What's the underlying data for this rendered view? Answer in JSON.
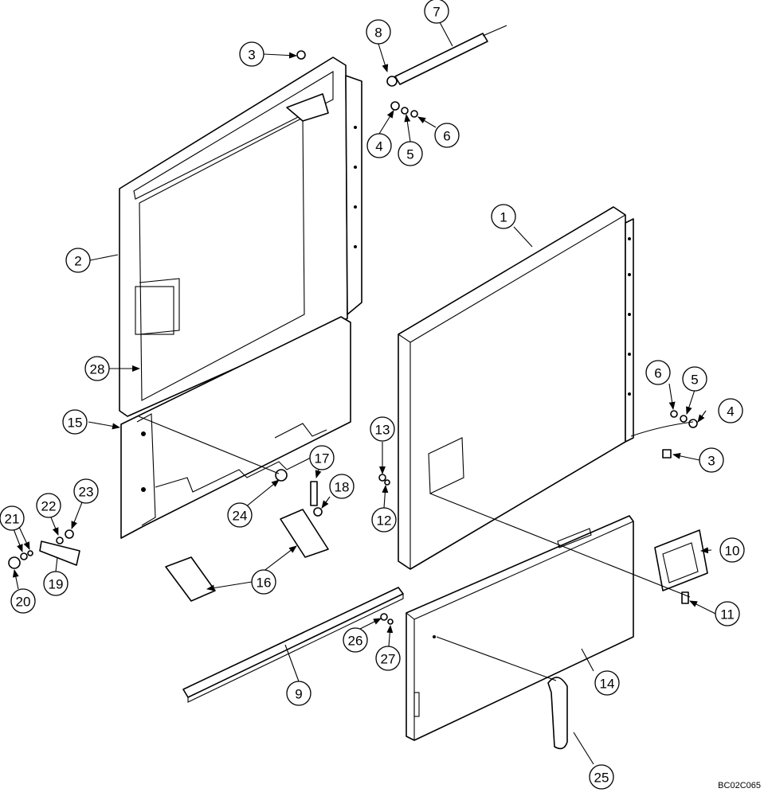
{
  "diagram": {
    "drawing_code": "BC02C065",
    "callouts": [
      "1",
      "2",
      "3",
      "3",
      "4",
      "4",
      "5",
      "5",
      "6",
      "6",
      "7",
      "8",
      "9",
      "10",
      "11",
      "12",
      "13",
      "14",
      "15",
      "16",
      "17",
      "18",
      "19",
      "20",
      "21",
      "22",
      "23",
      "24",
      "25",
      "26",
      "27",
      "28"
    ]
  }
}
